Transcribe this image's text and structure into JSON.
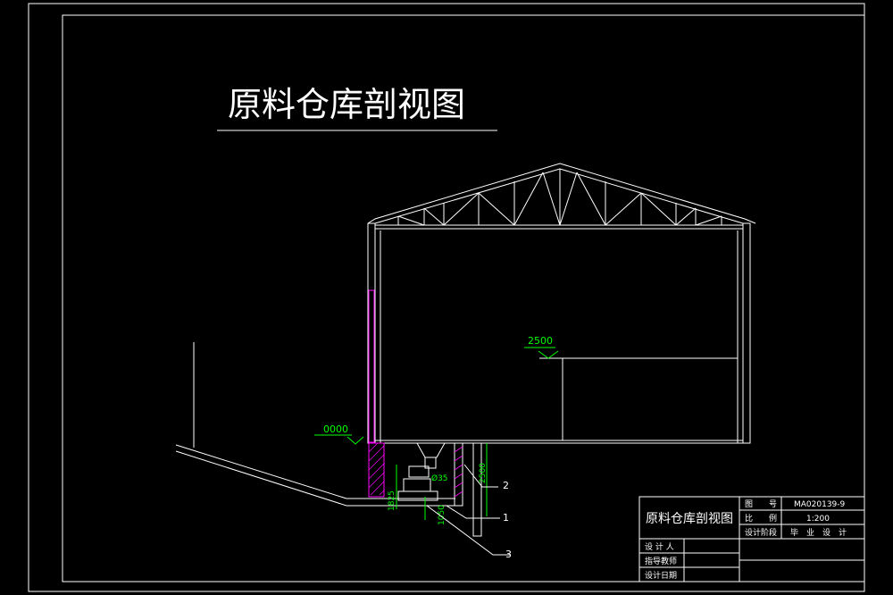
{
  "drawing": {
    "title": "原料仓库剖视图",
    "dims": {
      "level_2500": "2500",
      "level_0000": "0000",
      "dim_1825": "1825",
      "dim_2500": "2500",
      "dim_1050": "1050",
      "dim_35": "Ø35"
    },
    "callouts": [
      "1",
      "2",
      "3"
    ]
  },
  "title_block": {
    "drawing_name": "原料仓库剖视图",
    "drawing_no_label": "图　　号",
    "drawing_no": "MA020139-9",
    "scale_label": "比　　例",
    "scale": "1:200",
    "stage_label": "设计阶段",
    "stage": "毕　业　设　计",
    "designer_label": "设 计 人",
    "advisor_label": "指导教师",
    "date_label": "设计日期"
  },
  "colors": {
    "background": "#000000",
    "line": "#ffffff",
    "dimension": "#00ff00",
    "hatch": "#ff00ff"
  }
}
